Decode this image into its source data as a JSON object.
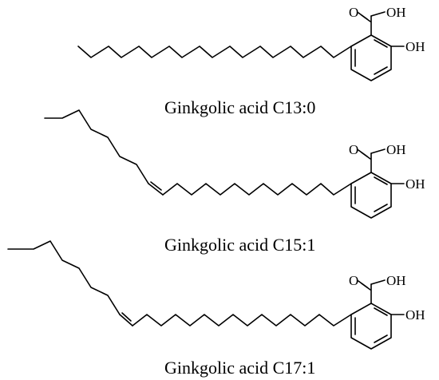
{
  "molecules": [
    {
      "name": "Ginkgolic acid C13:0",
      "labels": {
        "carbonyl_o": "O",
        "hydroxyl_acid": "OH",
        "hydroxyl_phenol": "OH"
      }
    },
    {
      "name": "Ginkgolic acid C15:1",
      "labels": {
        "carbonyl_o": "O",
        "hydroxyl_acid": "OH",
        "hydroxyl_phenol": "OH"
      }
    },
    {
      "name": "Ginkgolic acid C17:1",
      "labels": {
        "carbonyl_o": "O",
        "hydroxyl_acid": "OH",
        "hydroxyl_phenol": "OH"
      }
    }
  ]
}
